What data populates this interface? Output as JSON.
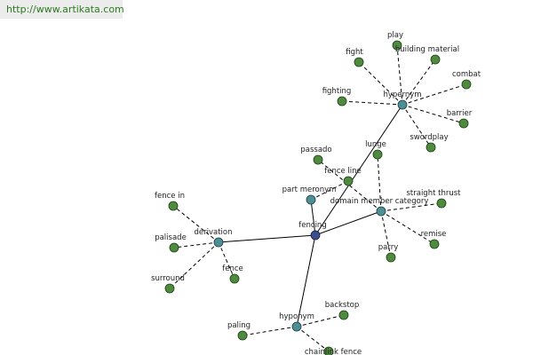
{
  "banner": {
    "text": "http://www.artikata.com"
  },
  "colors": {
    "word_node": "#4e8b3f",
    "relation_node": "#4e8f95",
    "center_node": "#3b4e8f",
    "banner_text": "#2b7a1f"
  },
  "center": {
    "id": "fencing",
    "label": "fencing"
  },
  "relations": [
    {
      "id": "hypernym",
      "label": "hypernym"
    },
    {
      "id": "derivation",
      "label": "derivation"
    },
    {
      "id": "domain_member_category",
      "label": "domain member category"
    },
    {
      "id": "part_meronym",
      "label": "part meronym"
    },
    {
      "id": "hyponym",
      "label": "hyponym"
    }
  ],
  "words": [
    {
      "id": "play",
      "label": "play",
      "relation": "hypernym"
    },
    {
      "id": "building_material",
      "label": "building material",
      "relation": "hypernym"
    },
    {
      "id": "fight",
      "label": "fight",
      "relation": "hypernym"
    },
    {
      "id": "combat",
      "label": "combat",
      "relation": "hypernym"
    },
    {
      "id": "fighting",
      "label": "fighting",
      "relation": "hypernym"
    },
    {
      "id": "barrier",
      "label": "barrier",
      "relation": "hypernym"
    },
    {
      "id": "swordplay",
      "label": "swordplay",
      "relation": "hypernym"
    },
    {
      "id": "lunge",
      "label": "lunge",
      "relation": "domain_member_category"
    },
    {
      "id": "passado",
      "label": "passado",
      "relation": "domain_member_category"
    },
    {
      "id": "fence_line",
      "label": "fence line",
      "relation": "part_meronym"
    },
    {
      "id": "straight_thrust",
      "label": "straight thrust",
      "relation": "domain_member_category"
    },
    {
      "id": "remise",
      "label": "remise",
      "relation": "domain_member_category"
    },
    {
      "id": "parry",
      "label": "parry",
      "relation": "domain_member_category"
    },
    {
      "id": "fence_in",
      "label": "fence in",
      "relation": "derivation"
    },
    {
      "id": "palisade",
      "label": "palisade",
      "relation": "derivation"
    },
    {
      "id": "fence",
      "label": "fence",
      "relation": "derivation"
    },
    {
      "id": "surround",
      "label": "surround",
      "relation": "derivation"
    },
    {
      "id": "backstop",
      "label": "backstop",
      "relation": "hyponym"
    },
    {
      "id": "paling",
      "label": "paling",
      "relation": "hyponym"
    },
    {
      "id": "chainlink_fence",
      "label": "chainlink fence",
      "relation": "hyponym"
    }
  ]
}
